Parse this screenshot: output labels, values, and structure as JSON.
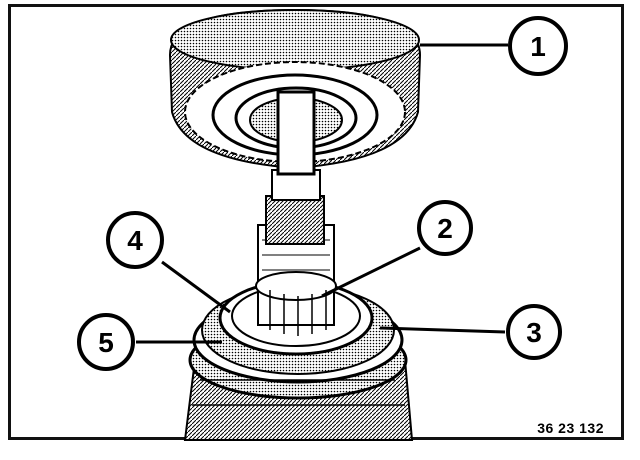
{
  "callouts": [
    {
      "id": "1",
      "label": "1"
    },
    {
      "id": "2",
      "label": "2"
    },
    {
      "id": "3",
      "label": "3"
    },
    {
      "id": "4",
      "label": "4"
    },
    {
      "id": "5",
      "label": "5"
    }
  ],
  "reference_code": "36 23 132",
  "colors": {
    "ink": "#000000",
    "paper": "#ffffff"
  }
}
